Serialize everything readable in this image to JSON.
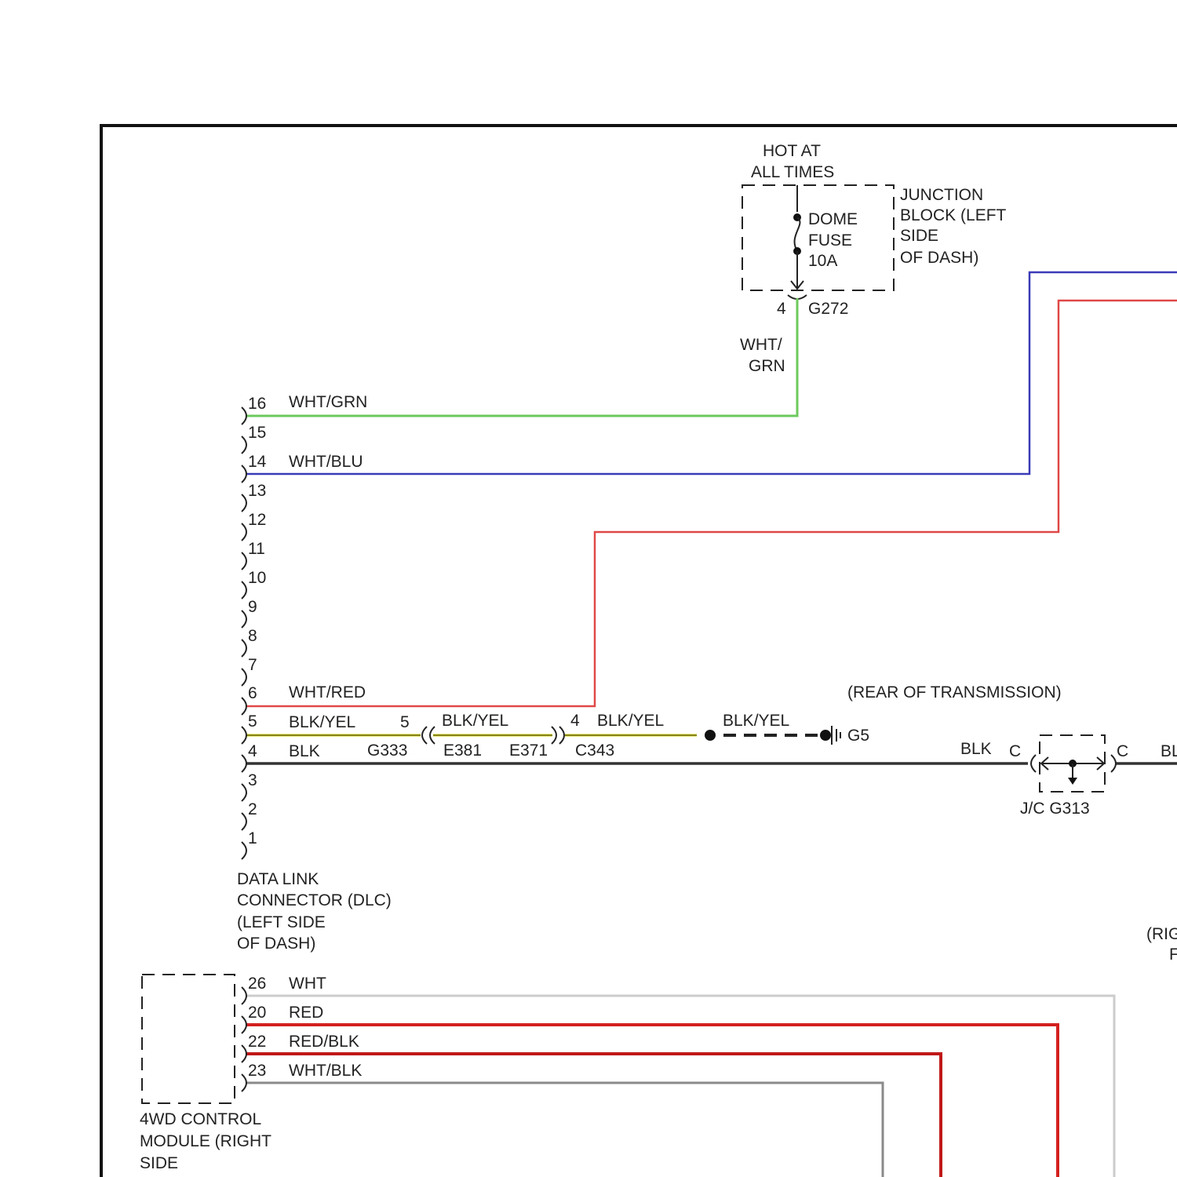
{
  "colors": {
    "frame": "#111111",
    "green": "#6cc95c",
    "blue": "#3a3ab8",
    "red_thin": "#e04848",
    "red_thick": "#d42020",
    "dark_red": "#c01818",
    "yellow": "#d8d400",
    "black_wire": "#333333",
    "white_wire": "#cccccc",
    "gray_wire": "#8a8a8a"
  },
  "junction_block": {
    "hot_label": [
      "HOT AT",
      "ALL TIMES"
    ],
    "fuse_label": [
      "DOME",
      "FUSE",
      "10A"
    ],
    "title": [
      "JUNCTION",
      "BLOCK (LEFT",
      "SIDE",
      "OF DASH)"
    ],
    "pin": "4",
    "connector": "G272",
    "wire_label": [
      "WHT/",
      "GRN"
    ]
  },
  "dlc": {
    "pins": [
      "16",
      "15",
      "14",
      "13",
      "12",
      "11",
      "10",
      "9",
      "8",
      "7",
      "6",
      "5",
      "4",
      "3",
      "2",
      "1"
    ],
    "title": [
      "DATA LINK",
      "CONNECTOR (DLC)",
      "(LEFT SIDE",
      "OF DASH)"
    ]
  },
  "wire_labels": {
    "pin16": "WHT/GRN",
    "pin14": "WHT/BLU",
    "pin6": "WHT/RED",
    "pin5": "BLK/YEL",
    "pin4": "BLK"
  },
  "inline_connectors": {
    "g333_pin": "5",
    "g333": "G333",
    "e381_wire": "BLK/YEL",
    "e381": "E381",
    "e371": "E371",
    "c343_pin": "4",
    "c343": "C343",
    "c343_wire": "BLK/YEL",
    "ground_wire": "BLK/YEL",
    "ground": "G5"
  },
  "rear_transmission": "(REAR OF TRANSMISSION)",
  "jc": {
    "wire_in": "BLK",
    "pin_left": "C",
    "pin_right": "C",
    "wire_out": "BL",
    "label": "J/C G313"
  },
  "right_cut_label": [
    "(RIG",
    "F"
  ],
  "module": {
    "pins": [
      {
        "pin": "26",
        "wire": "WHT"
      },
      {
        "pin": "20",
        "wire": "RED"
      },
      {
        "pin": "22",
        "wire": "RED/BLK"
      },
      {
        "pin": "23",
        "wire": "WHT/BLK"
      }
    ],
    "title": [
      "4WD CONTROL",
      "MODULE (RIGHT",
      "SIDE"
    ]
  }
}
